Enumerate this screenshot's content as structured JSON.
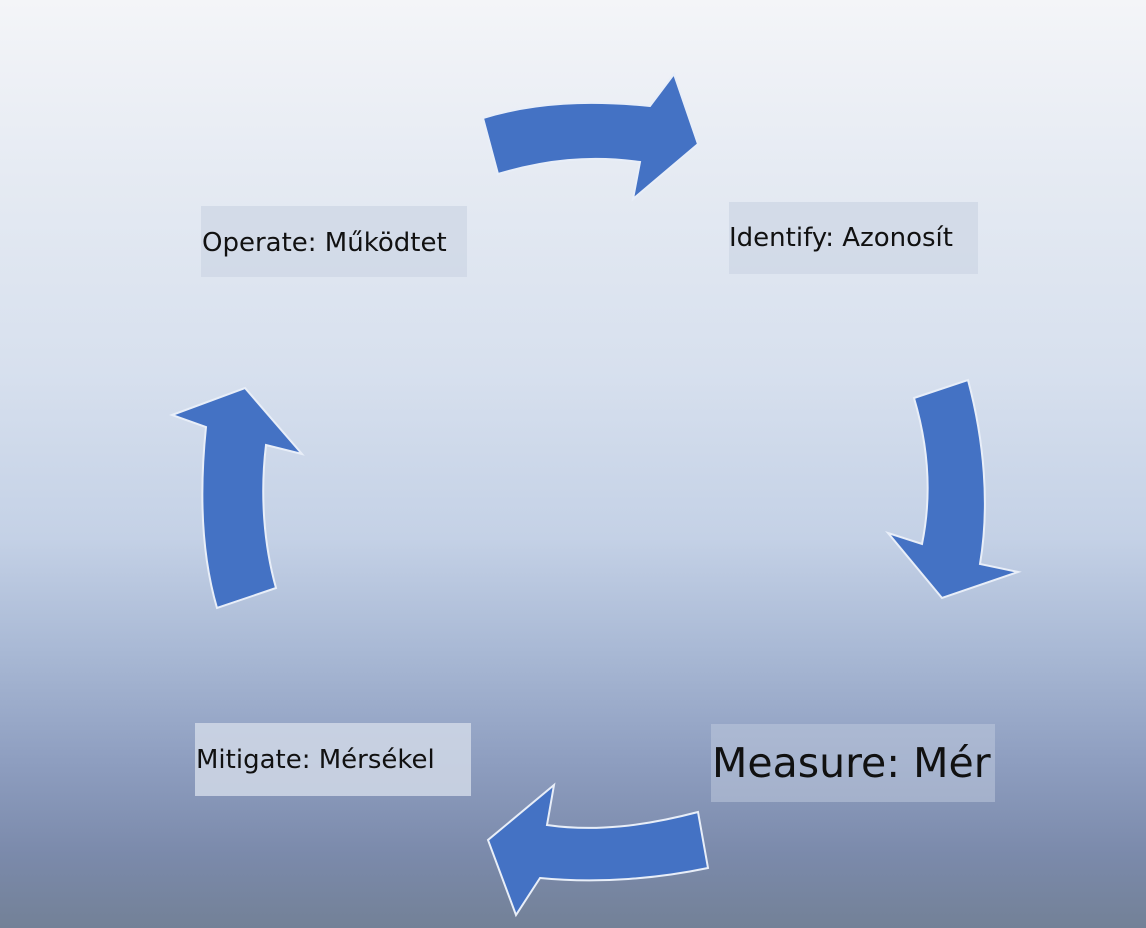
{
  "diagram": {
    "type": "cycle",
    "stages": [
      {
        "id": "identify",
        "label": "Identify: Azonosít"
      },
      {
        "id": "measure",
        "label": "Measure: Mér"
      },
      {
        "id": "mitigate",
        "label": "Mitigate: Mérsékel"
      },
      {
        "id": "operate",
        "label": "Operate: Működtet"
      }
    ],
    "arrow_color": "#4472c4",
    "arrow_direction": "clockwise"
  }
}
